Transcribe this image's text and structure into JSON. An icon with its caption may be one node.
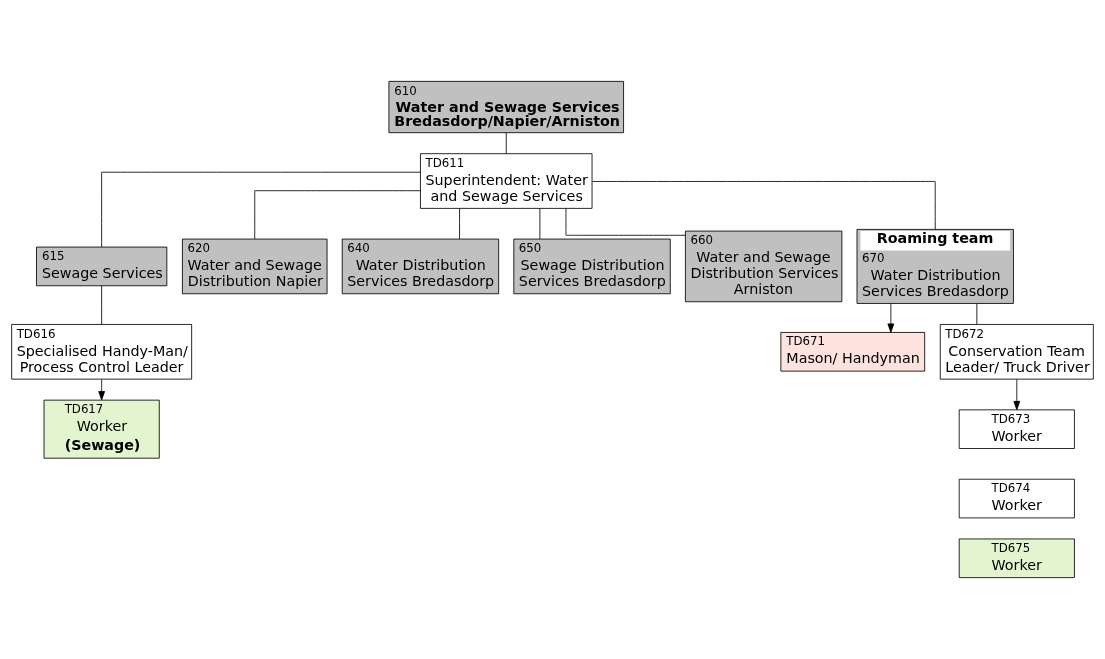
{
  "diagram": {
    "nodes": [
      {
        "text": [
          "610",
          "Water and Sewage Services Bredasdorp/Napier/Arniston"
        ]
      },
      {
        "text": [
          "TD611",
          "Superintendent: Water and Sewage Services"
        ]
      },
      {
        "text": [
          "615",
          "Sewage Services"
        ]
      },
      {
        "text": [
          "620",
          "Water and Sewage Distribution Napier"
        ]
      },
      {
        "text": [
          "640",
          "Water Distribution Services Bredasdorp"
        ]
      },
      {
        "text": [
          "650",
          "Sewage Distribution Services Bredasdorp"
        ]
      },
      {
        "text": [
          "660",
          "Water and Sewage Distribution Services Arniston"
        ]
      },
      {
        "text": [
          "Roaming team",
          "670",
          "Water Distribution Services Bredasdorp"
        ]
      },
      {
        "text": [
          "TD616",
          "Specialised Handy-Man/ Process Control Leader"
        ]
      },
      {
        "text": [
          "TD617",
          "Worker",
          "(Sewage)"
        ]
      },
      {
        "text": [
          "TD671",
          "Mason/ Handyman"
        ]
      },
      {
        "text": [
          "TD672",
          "Conservation Team Leader/ Truck Driver"
        ]
      },
      {
        "text": [
          "TD673",
          "Worker"
        ]
      },
      {
        "text": [
          "TD674",
          "Worker"
        ]
      },
      {
        "text": [
          "TD675",
          "Worker"
        ]
      }
    ],
    "edges": [
      {
        "from": 0,
        "to": 1,
        "arrow": "none"
      },
      {
        "from": 1,
        "to": 2,
        "arrow": "none"
      },
      {
        "from": 1,
        "to": 3,
        "arrow": "none"
      },
      {
        "from": 1,
        "to": 4,
        "arrow": "none"
      },
      {
        "from": 1,
        "to": 5,
        "arrow": "none"
      },
      {
        "from": 1,
        "to": 6,
        "arrow": "none"
      },
      {
        "from": 1,
        "to": 7,
        "arrow": "none"
      },
      {
        "from": 2,
        "to": 8,
        "arrow": "none"
      },
      {
        "from": 8,
        "to": 9,
        "arrow": "to"
      },
      {
        "from": 7,
        "to": 10,
        "arrow": "to"
      },
      {
        "from": 7,
        "to": 11,
        "arrow": "none"
      },
      {
        "from": 11,
        "to": 12,
        "arrow": "to"
      }
    ]
  }
}
